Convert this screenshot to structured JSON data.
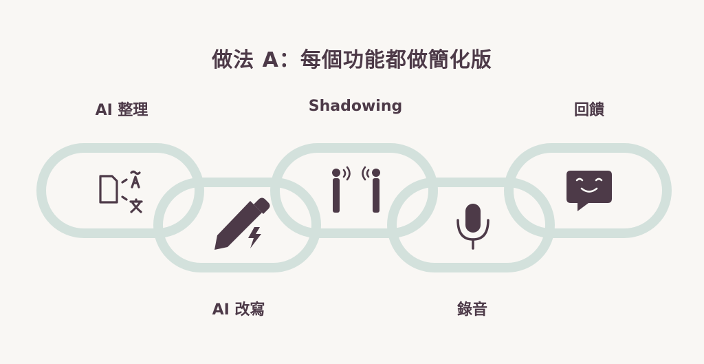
{
  "title": "做法 A：每個功能都做簡化版",
  "accent_color": "#4d3a48",
  "link_color": "#d3e1dc",
  "background_color": "#f9f7f4",
  "steps": [
    {
      "label": "AI 整理",
      "icon": "document-translate-icon"
    },
    {
      "label": "AI 改寫",
      "icon": "pen-sparkle-icon"
    },
    {
      "label": "Shadowing",
      "icon": "shadowing-speakers-icon"
    },
    {
      "label": "錄音",
      "icon": "microphone-icon"
    },
    {
      "label": "回饋",
      "icon": "smiley-chat-icon"
    }
  ]
}
